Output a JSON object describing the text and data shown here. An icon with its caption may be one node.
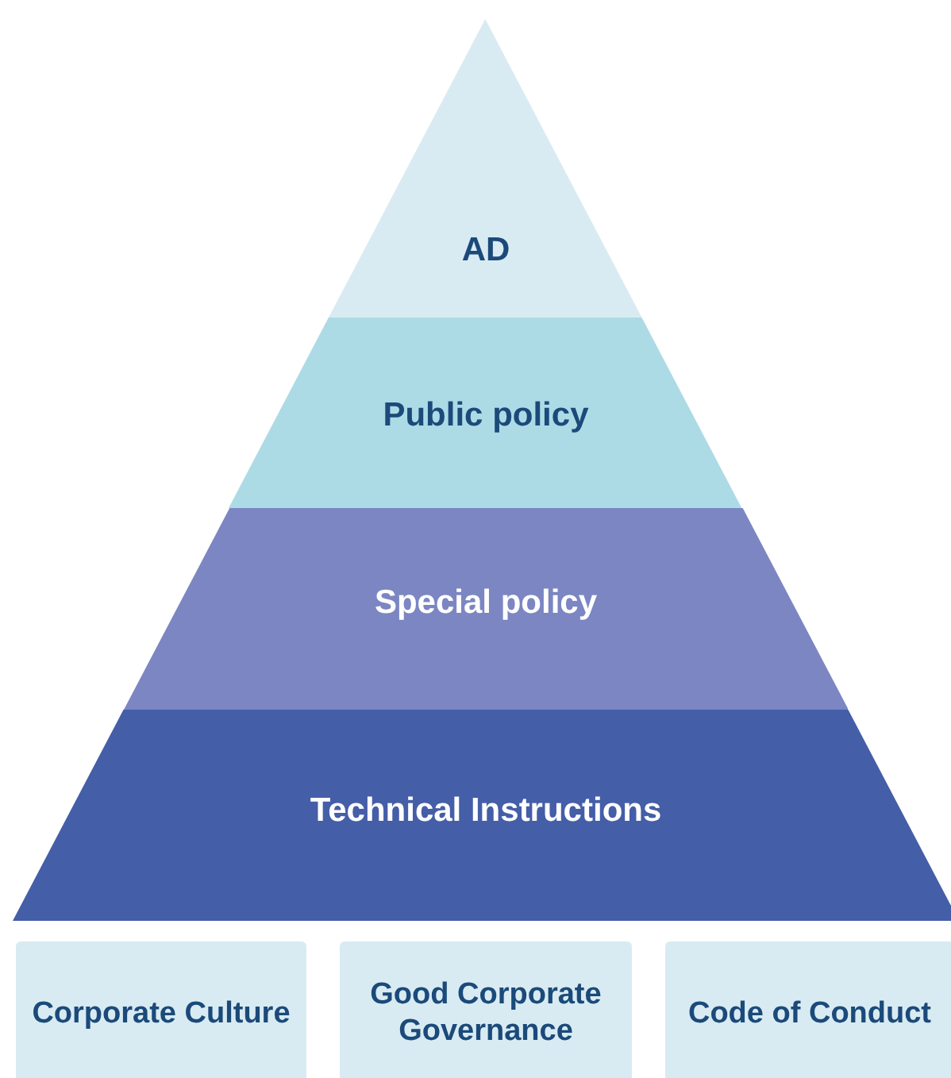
{
  "diagram": {
    "nodes": [
      {
        "text": [
          "AD"
        ]
      },
      {
        "text": [
          "Public policy"
        ]
      },
      {
        "text": [
          "Special policy"
        ]
      },
      {
        "text": [
          "Technical Instructions"
        ]
      },
      {
        "text": [
          "Corporate Culture"
        ]
      },
      {
        "text": [
          "Good Corporate Governance"
        ]
      },
      {
        "text": [
          "Code of Conduct"
        ]
      }
    ]
  }
}
